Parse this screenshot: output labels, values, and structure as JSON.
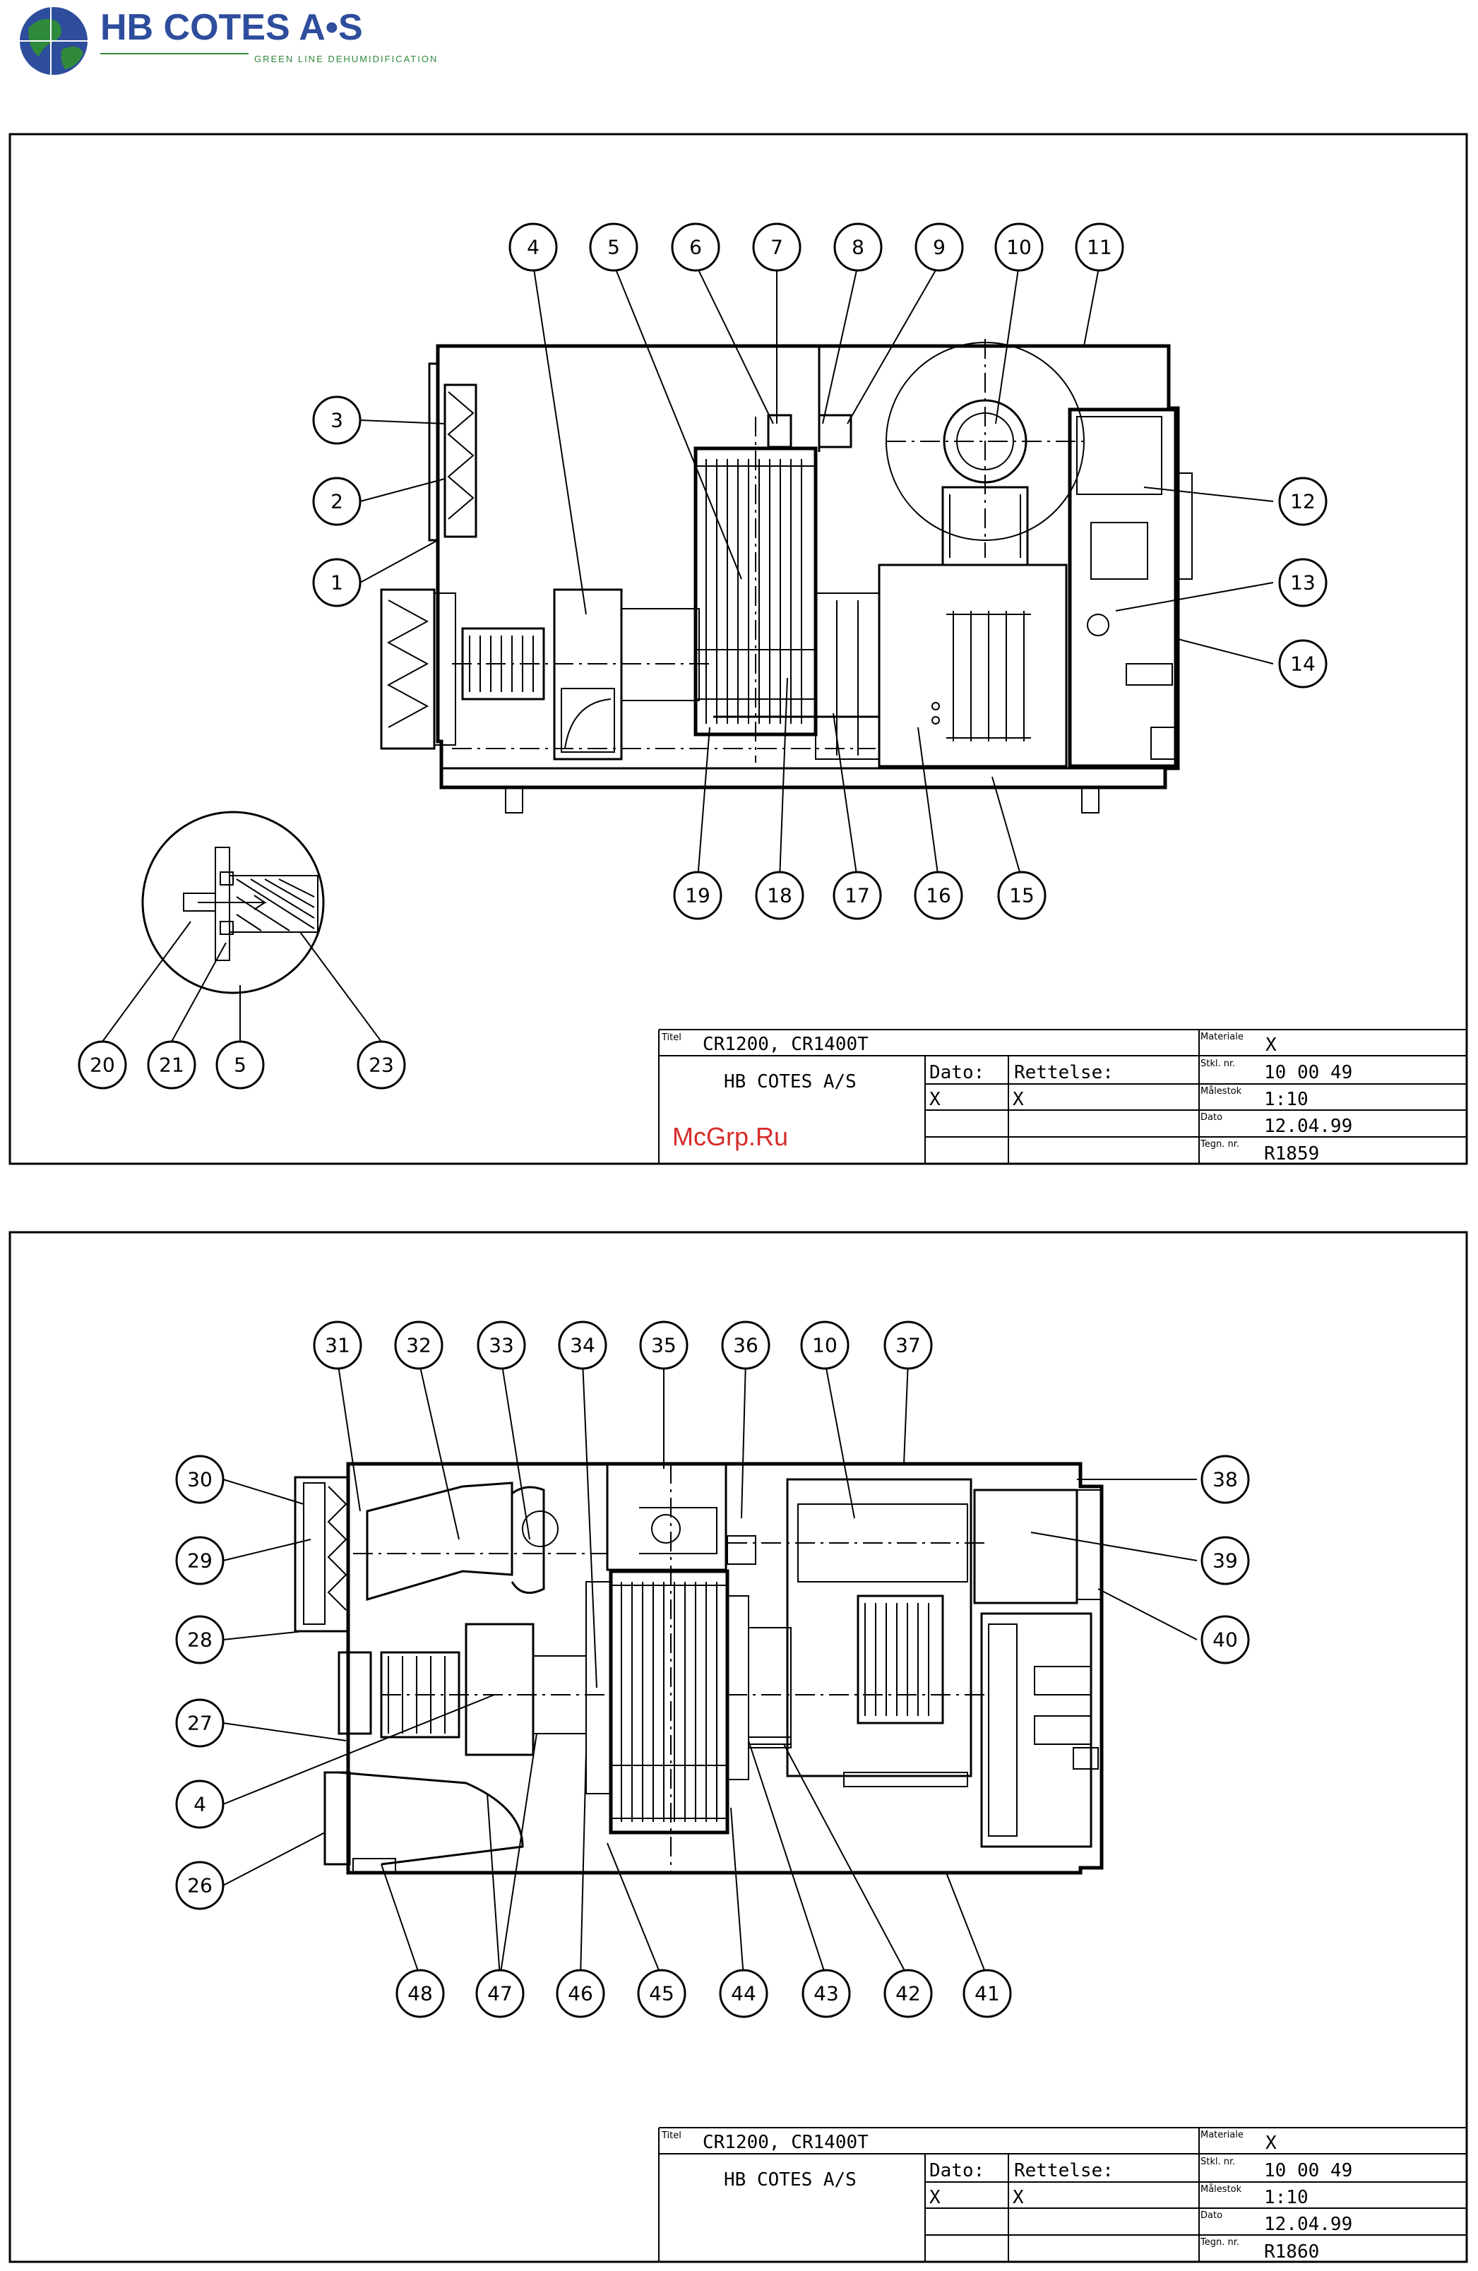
{
  "logo": {
    "name": "HB COTES A•S",
    "tagline": "GREEN LINE DEHUMIDIFICATION",
    "colors": {
      "globe_blue": "#2e4d9c",
      "land_green": "#2f8a3c"
    }
  },
  "watermark": "McGrp.Ru",
  "sheet1": {
    "callouts": [
      "1",
      "2",
      "3",
      "4",
      "5",
      "6",
      "7",
      "8",
      "9",
      "10",
      "11",
      "12",
      "13",
      "14",
      "15",
      "16",
      "17",
      "18",
      "19",
      "20",
      "21",
      "5",
      "23"
    ],
    "title_block": {
      "titel_key": "Titel",
      "title": "CR1200,  CR1400T",
      "company": "HB COTES A/S",
      "dato_label": "Dato:",
      "rettelse_label": "Rettelse:",
      "dato_value": "X",
      "rettelse_value": "X",
      "materiale_key": "Materiale",
      "materiale": "X",
      "stkl_key": "Stkl. nr.",
      "stkl": "10  00  49",
      "maalestok_key": "Målestok",
      "maalestok": "1:10",
      "dato_key": "Dato",
      "date": "12.04.99",
      "tegn_key": "Tegn. nr.",
      "tegn": "R1859"
    }
  },
  "sheet2": {
    "callouts": [
      "31",
      "32",
      "33",
      "34",
      "35",
      "36",
      "10",
      "37",
      "30",
      "29",
      "28",
      "27",
      "4",
      "26",
      "38",
      "39",
      "40",
      "48",
      "47",
      "46",
      "45",
      "44",
      "43",
      "42",
      "41"
    ],
    "title_block": {
      "titel_key": "Titel",
      "title": "CR1200, CR1400T",
      "company": "HB COTES A/S",
      "dato_label": "Dato:",
      "rettelse_label": "Rettelse:",
      "dato_value": "X",
      "rettelse_value": "X",
      "materiale_key": "Materiale",
      "materiale": "X",
      "stkl_key": "Stkl. nr.",
      "stkl": "10  00  49",
      "maalestok_key": "Målestok",
      "maalestok": "1:10",
      "dato_key": "Dato",
      "date": "12.04.99",
      "tegn_key": "Tegn. nr.",
      "tegn": "R1860"
    }
  }
}
